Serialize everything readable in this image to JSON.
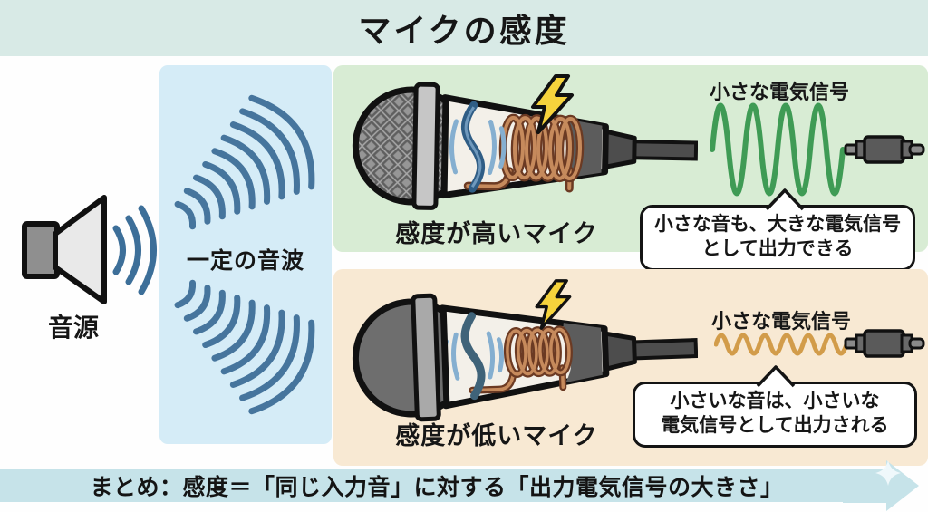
{
  "title": "マイクの感度",
  "left": {
    "source_label": "音源"
  },
  "wave_panel": {
    "label": "一定の音波"
  },
  "high_section": {
    "mic_label": "感度が高いマイク",
    "signal_label": "小さな電気信号",
    "callout_line1": "小さな音も、大きな電気信号",
    "callout_line2": "として出力できる"
  },
  "low_section": {
    "mic_label": "感度が低いマイク",
    "signal_label": "小さな電気信号",
    "callout_line1": "小さいな音は、小さいな",
    "callout_line2": "電気信号として出力される"
  },
  "summary": {
    "text": "まとめ：感度＝「同じ入力音」に対する「出力電気信号の大きさ」"
  },
  "icons": {
    "speaker": "loudspeaker emitting sound arcs",
    "sound_waves": "fanned arc wavefronts",
    "microphone_high": "dynamic mic cutaway with mesh head, diaphragm and coil",
    "microphone_low": "dynamic mic cutaway with solid head, diaphragm and small coil",
    "lightning_bolt": "electric signal generation",
    "signal_wave_high": "large green sine wave",
    "signal_wave_low": "small orange wavy line",
    "audio_plug": "audio jack connector",
    "summary_arrow": "ribbon arrow pointing right"
  },
  "colors": {
    "title_bar_bg": "#d8eae6",
    "wave_panel_bg": "#d5ecf7",
    "high_panel_bg": "#d8ecd4",
    "low_panel_bg": "#f8e9d3",
    "summary_bar_bg": "#c6e3e9",
    "sound_wave": "#46759d",
    "signal_high": "#3f9b55",
    "signal_low": "#d29c4a",
    "lightning": "#f6d33c",
    "coil_copper": "#c68a5c"
  }
}
